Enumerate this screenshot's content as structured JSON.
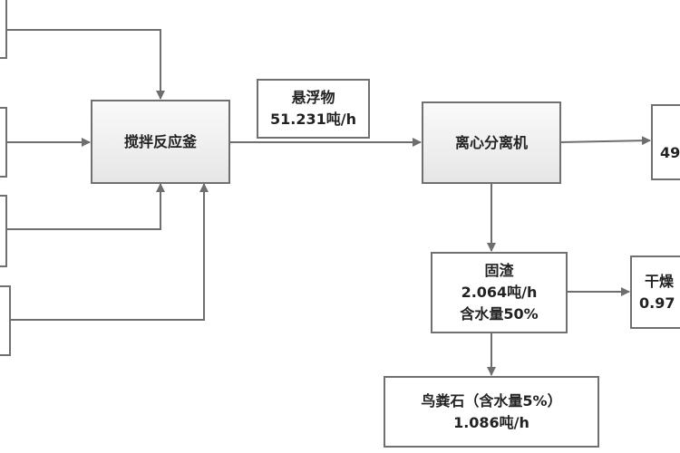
{
  "nodes": {
    "reactor": {
      "label": "搅拌反应釜"
    },
    "suspension": {
      "title": "悬浮物",
      "value": "51.231吨/h"
    },
    "centrifuge": {
      "label": "离心分离机"
    },
    "right_output": {
      "value": "49"
    },
    "solid_residue": {
      "title": "固渣",
      "value": "2.064吨/h",
      "note": "含水量50%"
    },
    "dried": {
      "title": "干燥",
      "value": "0.97"
    },
    "product": {
      "title": "鸟粪石（含水量5%）",
      "value": "1.086吨/h"
    }
  },
  "colors": {
    "line": "#6e6e6e",
    "border": "#707070"
  }
}
